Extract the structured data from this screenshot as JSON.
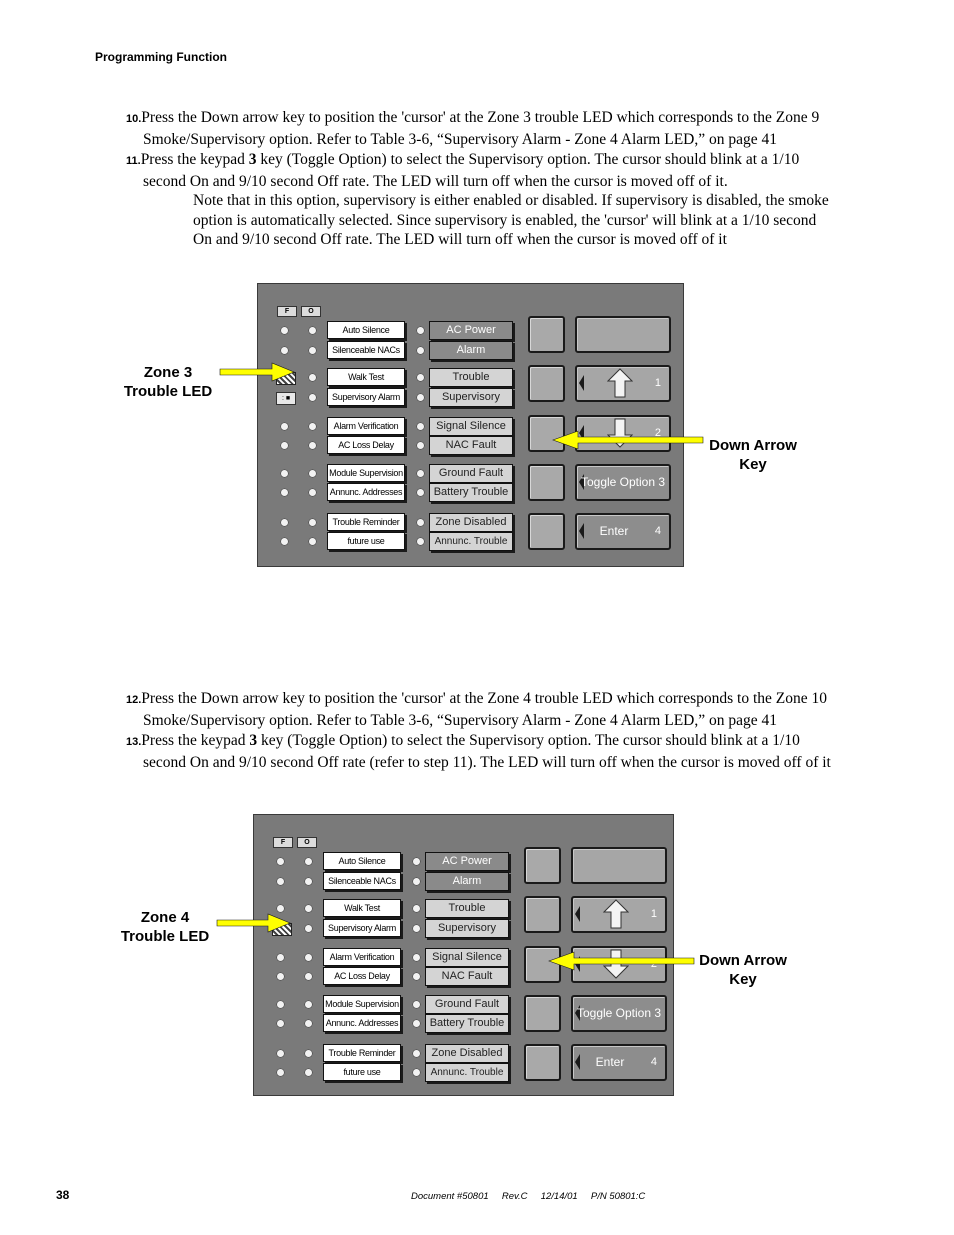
{
  "header": {
    "section": "Programming Function"
  },
  "steps_top": [
    {
      "num": "10.",
      "text": "Press the Down arrow key to position the 'cursor' at the Zone 3 trouble LED which corresponds to the Zone 9 Smoke/Supervisory option.  Refer to Table 3-6, “Supervisory Alarm - Zone 4 Alarm LED,” on page 41"
    },
    {
      "num": "11.",
      "pre": "Press the keypad ",
      "key": "3",
      "post": " key (Toggle Option) to select the Supervisory option.  The cursor should blink at a 1/10 second On and 9/10 second Off rate.  The LED will turn off when the cursor is moved off of it."
    }
  ],
  "note": "Note that in this option, supervisory is either enabled or disabled.  If supervisory is disabled, the smoke option is automatically selected.  Since supervisory is enabled, the 'cursor' will blink at a 1/10 second On and 9/10 second Off rate.  The LED will turn off when the cursor is moved off of it",
  "steps_bottom": [
    {
      "num": "12.",
      "text": "Press the Down arrow key to position the 'cursor' at the Zone 4 trouble LED which corresponds to the Zone 10 Smoke/Supervisory option.  Refer to Table 3-6, “Supervisory Alarm - Zone 4 Alarm LED,” on page 41"
    },
    {
      "num": "13.",
      "pre": "Press the keypad ",
      "key": "3",
      "post": " key (Toggle Option) to select the Supervisory option.  The cursor should blink at a 1/10 second On and 9/10 second Off rate (refer to step 11).  The LED will turn off when the cursor is moved off of it"
    }
  ],
  "panel": {
    "fo": [
      "F",
      "O"
    ],
    "zone_labels": [
      "Auto Silence",
      "Silenceable NACs",
      "Walk Test",
      "Supervisory Alarm",
      "Alarm Verification",
      "AC Loss Delay",
      "Module Supervision",
      "Annunc. Addresses",
      "Trouble Reminder",
      "future use"
    ],
    "status_labels": [
      "AC Power",
      "Alarm",
      "Trouble",
      "Supervisory",
      "Signal Silence",
      "NAC Fault",
      "Ground Fault",
      "Battery Trouble",
      "Zone Disabled",
      "Annunc. Trouble"
    ],
    "keys": {
      "up_num": "1",
      "down_num": "2",
      "toggle": "Toggle Option 3",
      "enter": "Enter",
      "enter_num": "4"
    },
    "small_led_text": ": ■"
  },
  "callouts": {
    "top_zone": [
      "Zone 3",
      "Trouble LED"
    ],
    "bottom_zone": [
      "Zone 4",
      "Trouble LED"
    ],
    "down_arrow": [
      "Down Arrow",
      "Key"
    ]
  },
  "colors": {
    "arrow": "#ffff00",
    "panel": "#7a7a7a"
  },
  "footer": {
    "page": "38",
    "doc": "Document #50801     Rev.C     12/14/01     P/N 50801:C"
  }
}
